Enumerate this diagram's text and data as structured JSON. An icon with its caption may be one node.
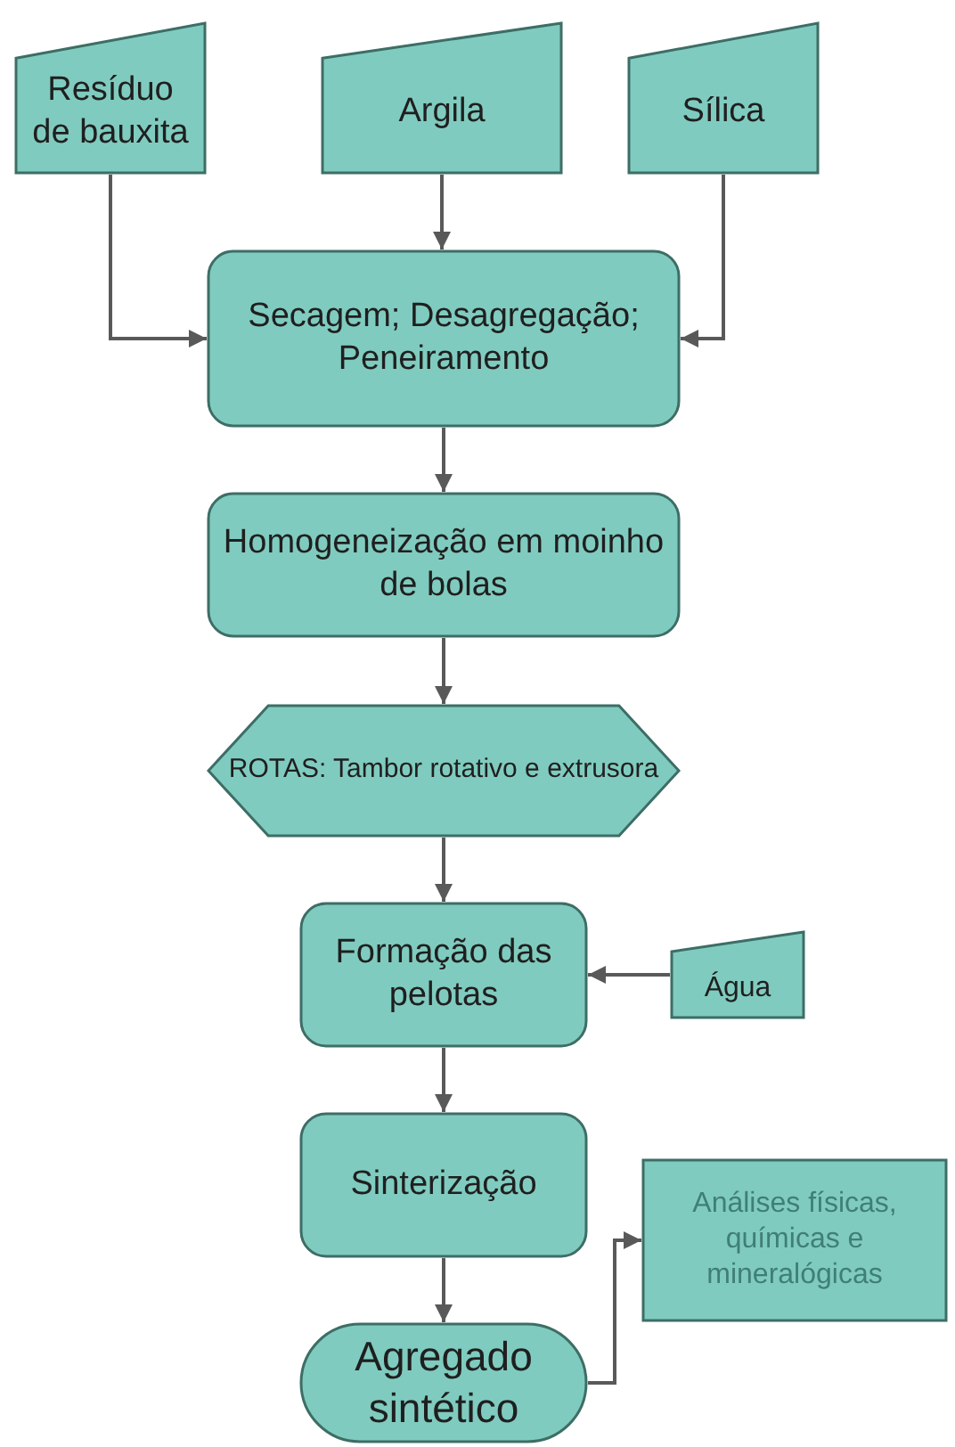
{
  "diagram": {
    "nodes": [
      {
        "text": [
          "Resíduo de bauxita"
        ]
      },
      {
        "text": [
          "Argila"
        ]
      },
      {
        "text": [
          "Sílica"
        ]
      },
      {
        "text": [
          "Secagem; Desagregação; Peneiramento"
        ]
      },
      {
        "text": [
          "Homogeneização em moinho de bolas"
        ]
      },
      {
        "text": [
          "ROTAS: Tambor rotativo e extrusora"
        ]
      },
      {
        "text": [
          "Formação das pelotas"
        ]
      },
      {
        "text": [
          "Água"
        ]
      },
      {
        "text": [
          "Sinterização"
        ]
      },
      {
        "text": [
          "Agregado sintético"
        ]
      },
      {
        "text": [
          "Análises físicas, químicas e mineralógicas"
        ]
      }
    ],
    "edges": [
      {
        "from": 0,
        "to": 3,
        "arrow": "to"
      },
      {
        "from": 1,
        "to": 3,
        "arrow": "to"
      },
      {
        "from": 2,
        "to": 3,
        "arrow": "to"
      },
      {
        "from": 3,
        "to": 4,
        "arrow": "to"
      },
      {
        "from": 4,
        "to": 5,
        "arrow": "to"
      },
      {
        "from": 5,
        "to": 6,
        "arrow": "to"
      },
      {
        "from": 7,
        "to": 6,
        "arrow": "to"
      },
      {
        "from": 6,
        "to": 8,
        "arrow": "to"
      },
      {
        "from": 8,
        "to": 9,
        "arrow": "to"
      },
      {
        "from": 9,
        "to": 10,
        "arrow": "to"
      }
    ]
  }
}
